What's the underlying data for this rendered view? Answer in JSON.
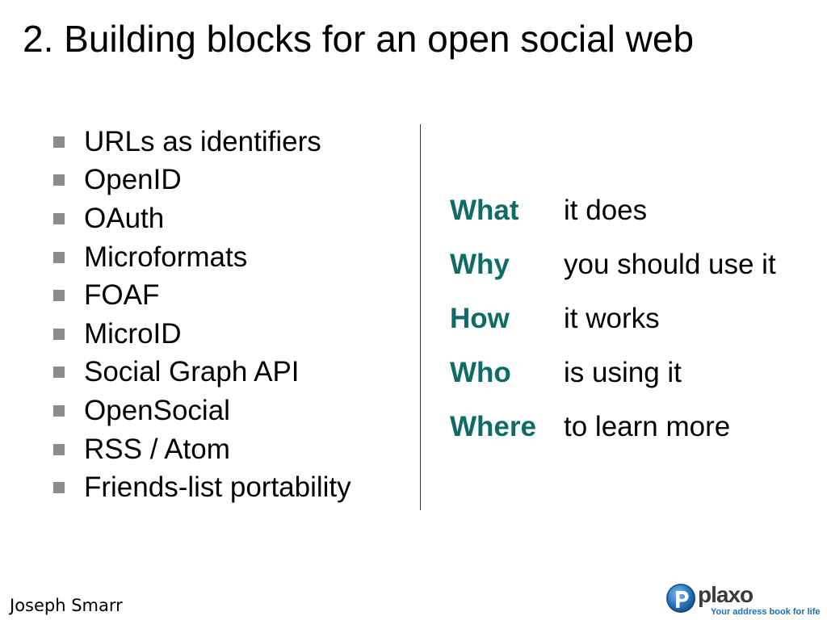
{
  "slide": {
    "title": "2. Building blocks for an open social web"
  },
  "topics": [
    "URLs as identifiers",
    "OpenID",
    "OAuth",
    "Microformats",
    "FOAF",
    "MicroID",
    "Social Graph API",
    "OpenSocial",
    "RSS / Atom",
    "Friends-list portability"
  ],
  "questions": [
    {
      "key": "What",
      "value": "it does"
    },
    {
      "key": "Why",
      "value": "you should use it"
    },
    {
      "key": "How",
      "value": "it works"
    },
    {
      "key": "Who",
      "value": "is using it"
    },
    {
      "key": "Where",
      "value": "to learn more"
    }
  ],
  "footer": {
    "author": "Joseph Smarr",
    "logo_text": "plaxo",
    "logo_tagline": "Your address book for life"
  },
  "colors": {
    "accent": "#0e6b66",
    "bullet": "#8c8c8c",
    "logo_blue": "#1f6fb5"
  },
  "icons": {
    "bullet": "square-bullet-icon",
    "logo": "plaxo-logo-icon"
  }
}
